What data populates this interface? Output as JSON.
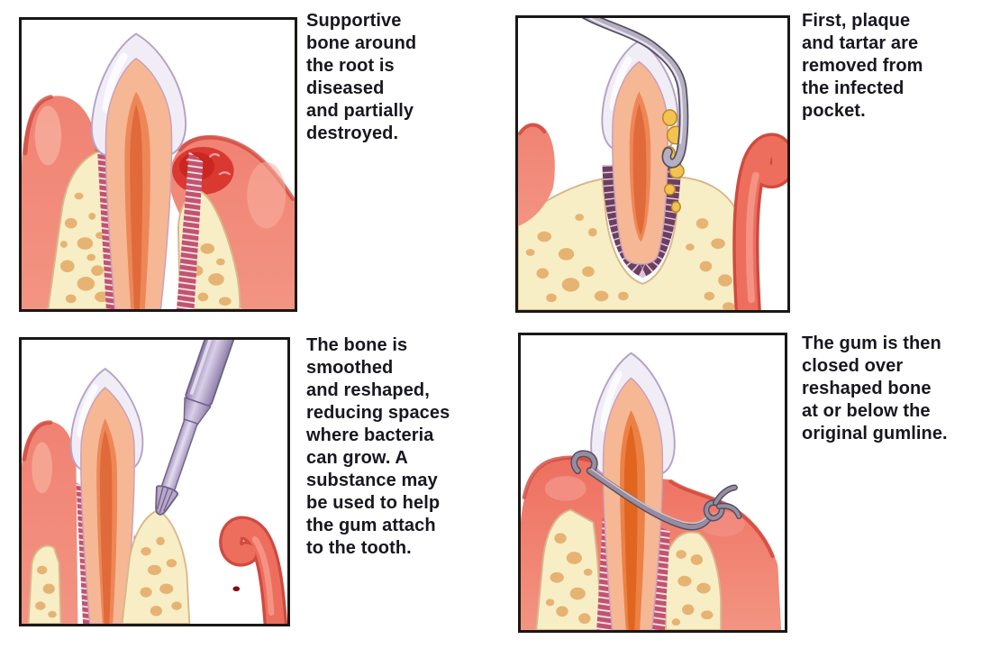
{
  "document": {
    "subject": "periodontal-flap-surgery-steps",
    "background": "#ffffff"
  },
  "panels": [
    {
      "id": "diseased-bone",
      "illustration": "tooth-with-diseased-bone",
      "caption": "Supportive\nbone around\nthe root is\ndiseased\nand partially\ndestroyed."
    },
    {
      "id": "plaque-removal",
      "illustration": "scaler-removing-plaque-and-tartar",
      "caption": "First, plaque\nand tartar are\nremoved from\nthe infected\npocket."
    },
    {
      "id": "bone-reshaping",
      "illustration": "bur-smoothing-reshaped-bone",
      "caption": "The bone is\nsmoothed\nand reshaped,\nreducing spaces\nwhere bacteria\ncan grow. A\nsubstance may\nbe used to help\nthe gum attach\nto the tooth."
    },
    {
      "id": "gum-closure",
      "illustration": "gum-sutured-over-reshaped-bone",
      "caption": "The gum is then\nclosed over\nreshaped bone\nat or below the\noriginal gumline."
    }
  ],
  "colors": {
    "gum": "#ed6a5a",
    "gum_light": "#f6a08e",
    "gum_dark_rim": "#cc4038",
    "inflamed": "#d63129",
    "bone": "#f8eec6",
    "bone_spot": "#e2a55f",
    "enamel": "#f1edf7",
    "dentin": "#f6b795",
    "pulp": "#ee8757",
    "pulp_core": "#e06a39",
    "ligament": "#c2536e",
    "ligament_dark": "#6d3e60",
    "instrument_metal": "#b6afc2",
    "drill_purple": "#b9a8cc",
    "tartar": "#f3c351",
    "suture": "#968da1",
    "caption_text": "#17171f",
    "panel_border": "#1a1816"
  }
}
